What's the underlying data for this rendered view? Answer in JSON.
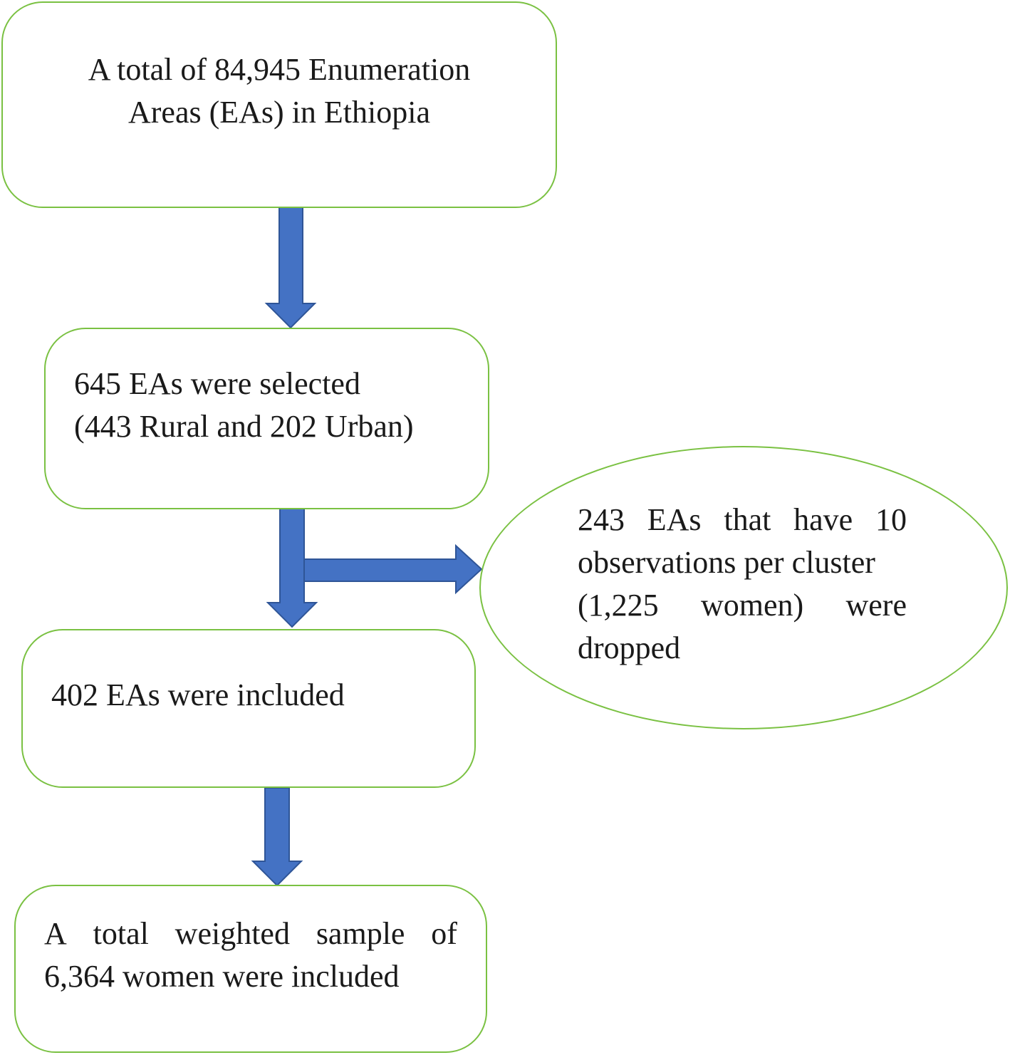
{
  "flow": {
    "box1": {
      "line1": "A total of 84,945 Enumeration",
      "line2": "Areas (EAs) in Ethiopia"
    },
    "box2": {
      "line1": "645 EAs were selected",
      "line2": "(443 Rural and 202 Urban)"
    },
    "excluded": {
      "line1_words": [
        "243",
        "EAs",
        "that",
        "have",
        "10"
      ],
      "line2": "observations per cluster",
      "line3_words": [
        "(1,225",
        "women)",
        "were"
      ],
      "line4": "dropped"
    },
    "box3": {
      "line1": "402 EAs were included"
    },
    "box4": {
      "line1_words": [
        "A",
        "total",
        "weighted",
        "sample",
        "of"
      ],
      "line2": "6,364 women were included"
    }
  },
  "colors": {
    "border": "#7ac142",
    "arrow": "#4472c4",
    "arrow_stroke": "#2f5597",
    "text": "#1a1a1a"
  }
}
